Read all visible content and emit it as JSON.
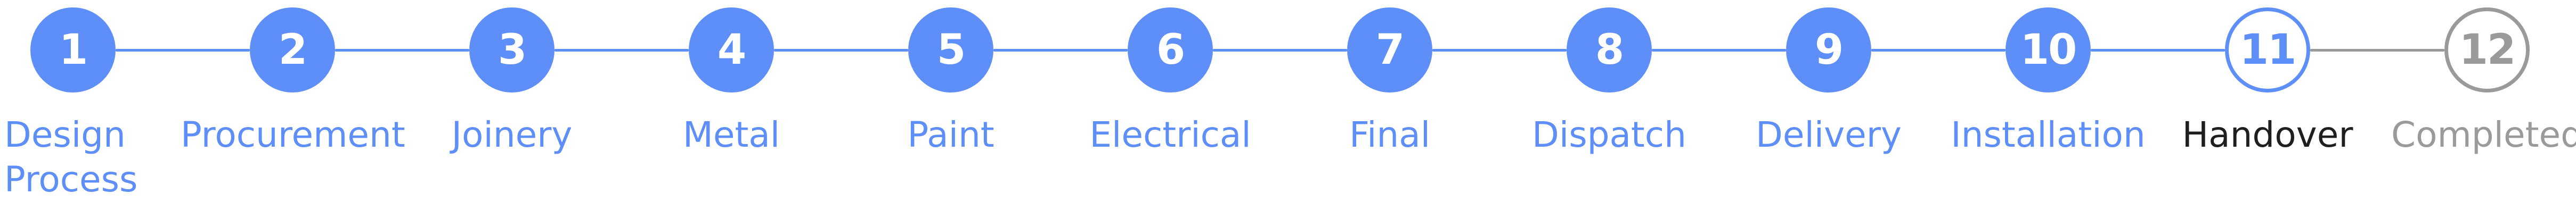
{
  "colors": {
    "done": "#5e8ef7",
    "current_text": "#1f1f1f",
    "upcoming": "#9a9a9a"
  },
  "steps": [
    {
      "number": "1",
      "label": "Design Process",
      "state": "done"
    },
    {
      "number": "2",
      "label": "Procurement",
      "state": "done"
    },
    {
      "number": "3",
      "label": "Joinery",
      "state": "done"
    },
    {
      "number": "4",
      "label": "Metal",
      "state": "done"
    },
    {
      "number": "5",
      "label": "Paint",
      "state": "done"
    },
    {
      "number": "6",
      "label": "Electrical",
      "state": "done"
    },
    {
      "number": "7",
      "label": "Final",
      "state": "done"
    },
    {
      "number": "8",
      "label": "Dispatch",
      "state": "done"
    },
    {
      "number": "9",
      "label": "Delivery",
      "state": "done"
    },
    {
      "number": "10",
      "label": "Installation",
      "state": "done"
    },
    {
      "number": "11",
      "label": "Handover",
      "state": "current"
    },
    {
      "number": "12",
      "label": "Completed",
      "state": "upcoming"
    }
  ]
}
